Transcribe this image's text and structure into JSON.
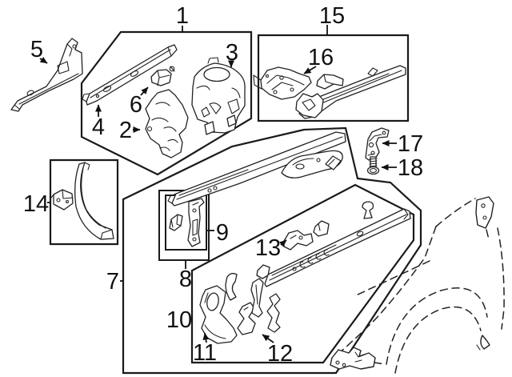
{
  "diagram": {
    "kind": "exploded-parts-line-diagram",
    "colors": {
      "line": "#1a1a1a",
      "background": "#ffffff"
    },
    "callouts": [
      {
        "id": "1",
        "label": "1"
      },
      {
        "id": "2",
        "label": "2"
      },
      {
        "id": "3",
        "label": "3"
      },
      {
        "id": "4",
        "label": "4"
      },
      {
        "id": "5",
        "label": "5"
      },
      {
        "id": "6",
        "label": "6"
      },
      {
        "id": "7",
        "label": "7"
      },
      {
        "id": "8",
        "label": "8"
      },
      {
        "id": "9",
        "label": "9"
      },
      {
        "id": "10",
        "label": "10"
      },
      {
        "id": "11",
        "label": "11"
      },
      {
        "id": "12",
        "label": "12"
      },
      {
        "id": "13",
        "label": "13"
      },
      {
        "id": "14",
        "label": "14"
      },
      {
        "id": "15",
        "label": "15"
      },
      {
        "id": "16",
        "label": "16"
      },
      {
        "id": "17",
        "label": "17"
      },
      {
        "id": "18",
        "label": "18"
      }
    ]
  }
}
